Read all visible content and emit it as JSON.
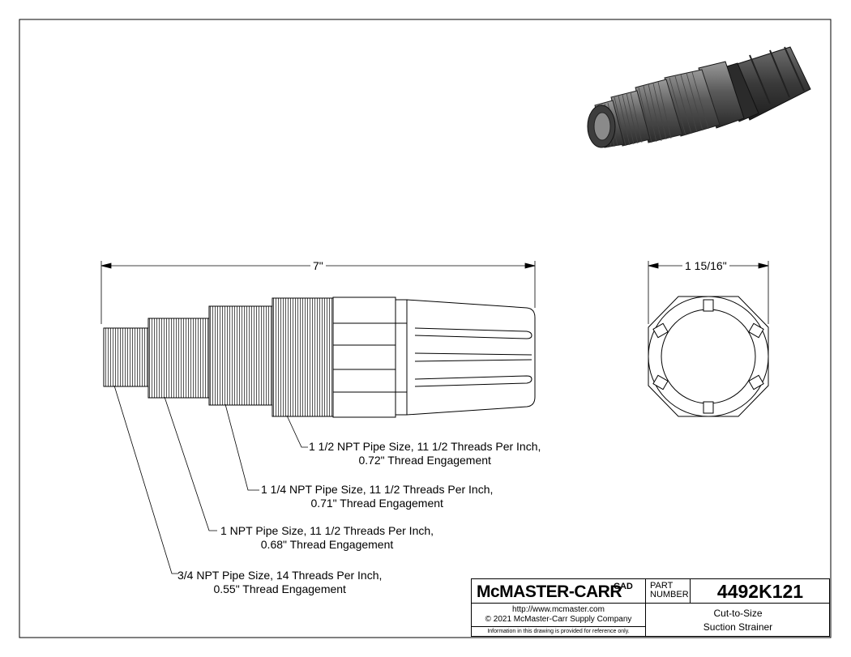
{
  "dimensions": {
    "length_label": "7\"",
    "diameter_label": "1 15/16\""
  },
  "callouts": [
    {
      "line1": "1 1/2 NPT Pipe Size, 11 1/2 Threads Per Inch,",
      "line2": "0.72\" Thread Engagement"
    },
    {
      "line1": "1 1/4 NPT Pipe Size, 11 1/2 Threads Per Inch,",
      "line2": "0.71\" Thread Engagement"
    },
    {
      "line1": "1 NPT Pipe Size, 11 1/2 Threads Per Inch,",
      "line2": "0.68\" Thread Engagement"
    },
    {
      "line1": "3/4 NPT Pipe Size, 14 Threads Per Inch,",
      "line2": "0.55\" Thread Engagement"
    }
  ],
  "title_block": {
    "logo": "McMASTER-CARR",
    "cad_mark": "CAD",
    "part_label_1": "PART",
    "part_label_2": "NUMBER",
    "part_number": "4492K121",
    "url": "http://www.mcmaster.com",
    "copyright": "© 2021 McMaster-Carr Supply Company",
    "disclaimer": "Information in this drawing is provided for reference only.",
    "description_1": "Cut-to-Size",
    "description_2": "Suction Strainer"
  }
}
